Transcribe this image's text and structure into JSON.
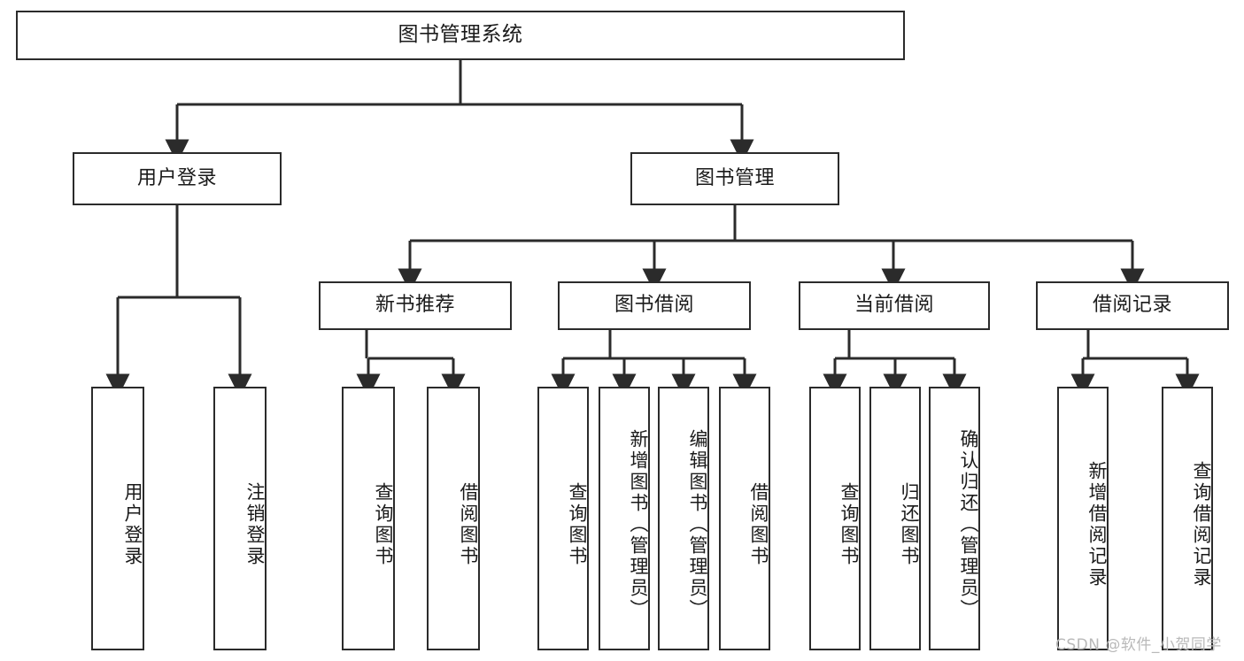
{
  "diagram": {
    "type": "tree-hierarchy",
    "title": "图书管理系统",
    "watermark": "CSDN @软件_小贺同学",
    "nodes": {
      "root": {
        "label": "图书管理系统",
        "level": 1
      },
      "l2_user_login": {
        "label": "用户登录",
        "level": 2
      },
      "l2_book_mgmt": {
        "label": "图书管理",
        "level": 2
      },
      "l3_new_book_rec": {
        "label": "新书推荐",
        "level": 3
      },
      "l3_book_borrow": {
        "label": "图书借阅",
        "level": 3
      },
      "l3_current_borrow": {
        "label": "当前借阅",
        "level": 3
      },
      "l3_borrow_record": {
        "label": "借阅记录",
        "level": 3
      },
      "l4_a1": {
        "label": "用户登录",
        "level": 4
      },
      "l4_a2": {
        "label": "注销登录",
        "level": 4
      },
      "l4_b1": {
        "label": "查询图书",
        "level": 4
      },
      "l4_b2": {
        "label": "借阅图书",
        "level": 4
      },
      "l4_c1": {
        "label": "查询图书",
        "level": 4
      },
      "l4_c2": {
        "label": "新增图书（管理员）",
        "level": 4
      },
      "l4_c3": {
        "label": "编辑图书（管理员）",
        "level": 4
      },
      "l4_c4": {
        "label": "借阅图书",
        "level": 4
      },
      "l4_d1": {
        "label": "查询图书",
        "level": 4
      },
      "l4_d2": {
        "label": "归还图书",
        "level": 4
      },
      "l4_d3": {
        "label": "确认归还（管理员）",
        "level": 4
      },
      "l4_e1": {
        "label": "新增借阅记录",
        "level": 4
      },
      "l4_e2": {
        "label": "查询借阅记录",
        "level": 4
      }
    },
    "colors": {
      "stroke": "#2b2b2b",
      "fill": "#ffffff",
      "text": "#1a1a1a",
      "watermark": "#b9b9b9"
    }
  }
}
